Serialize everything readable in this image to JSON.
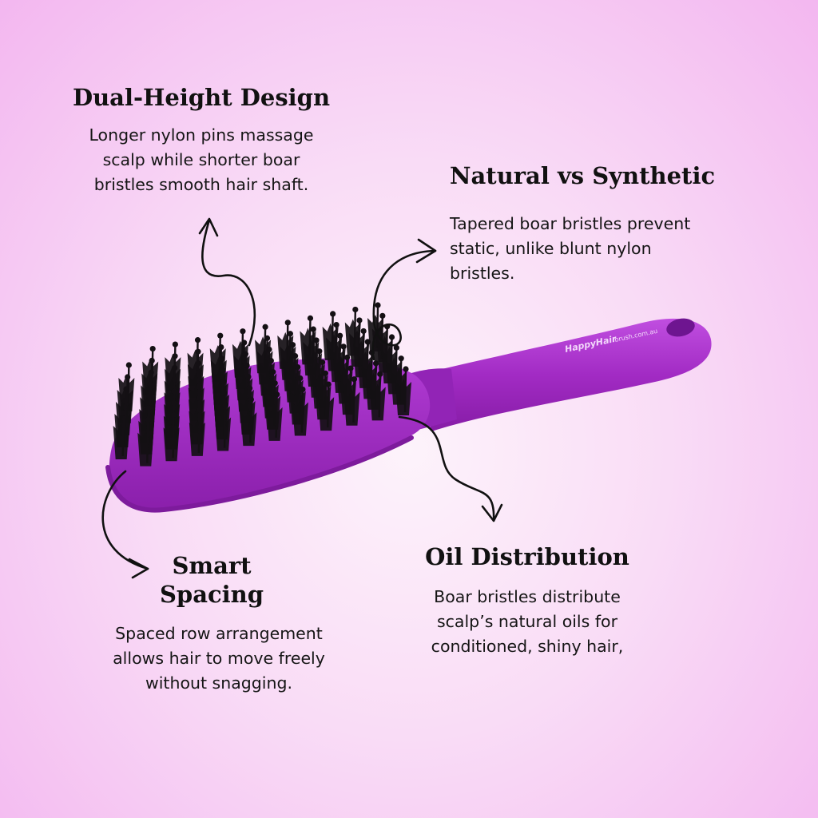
{
  "features": {
    "dual_height": {
      "title": "Dual-Height Design",
      "body": "Longer nylon pins massage scalp while shorter boar bristles smooth hair shaft."
    },
    "natural_vs_synthetic": {
      "title": "Natural vs Synthetic",
      "body": "Tapered boar bristles prevent static, unlike blunt nylon bristles."
    },
    "smart_spacing": {
      "title": "Smart Spacing",
      "body": "Spaced row arrangement allows hair to move freely without snagging."
    },
    "oil_distribution": {
      "title": "Oil Distribution",
      "body": "Boar bristles distribute scalp’s natural oils for conditioned, shiny hair,"
    }
  },
  "product": {
    "handle_logo_primary": "HappyHair",
    "handle_logo_secondary": "brush.com.au"
  },
  "colors": {
    "brush_purple": "#a22bc4",
    "brush_purple_dark": "#7d1b9c",
    "bristle_black": "#141014",
    "arrow_ink": "#111111"
  }
}
